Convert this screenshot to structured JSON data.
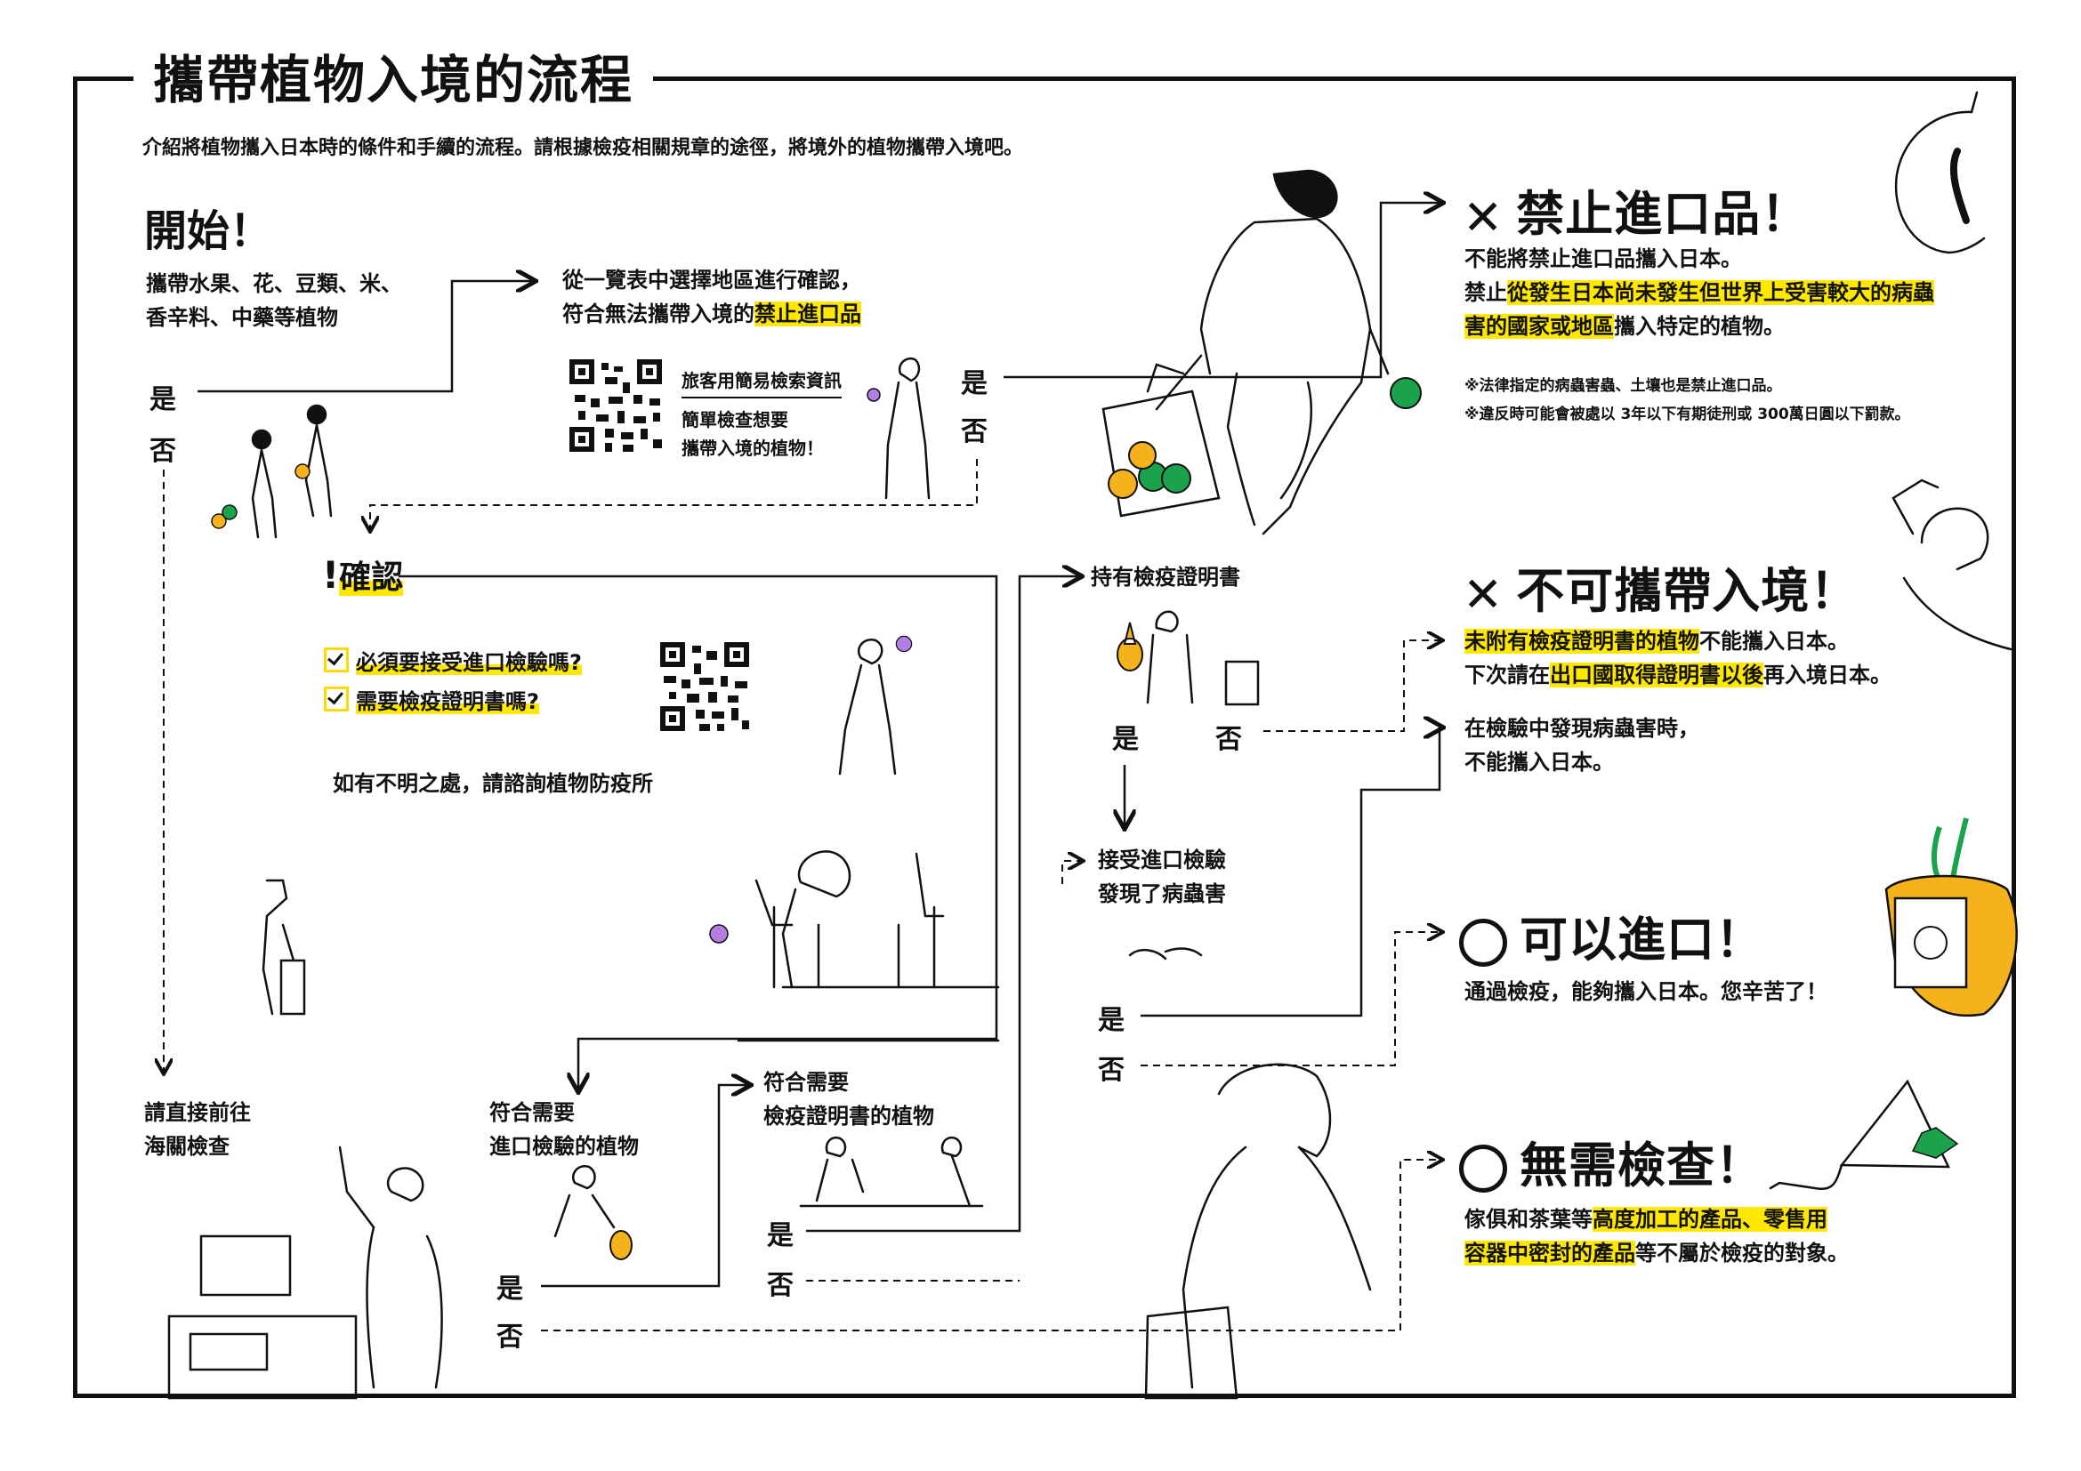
{
  "title": "攜帶植物入境的流程",
  "intro": "介紹將植物攜入日本時的條件和手續的流程。請根據檢疫相關規章的途徑，將境外的植物攜帶入境吧。",
  "start": {
    "heading": "開始！",
    "line1": "攜帶水果、花、豆類、米、",
    "line2": "香辛料、中藥等植物"
  },
  "labels": {
    "yes": "是",
    "no": "否"
  },
  "step_list": {
    "line1": "從一覽表中選擇地區進行確認，",
    "line2_prefix": "符合無法攜帶入境的",
    "line2_highlight": "禁止進口品"
  },
  "qr1": {
    "title": "旅客用簡易檢索資訊",
    "line1": "簡單檢查想要",
    "line2": "攜帶入境的植物！"
  },
  "confirm": {
    "heading": "確認",
    "q1": "必須要接受進口檢驗嗎?",
    "q2": "需要檢疫證明書嗎?",
    "note": "如有不明之處，請諮詢植物防疫所"
  },
  "customs": {
    "line1": "請直接前往",
    "line2": "海關檢查"
  },
  "need_inspection": {
    "line1": "符合需要",
    "line2": "進口檢驗的植物"
  },
  "need_certificate": {
    "line1": "符合需要",
    "line2": "檢疫證明書的植物"
  },
  "have_certificate": "持有檢疫證明書",
  "inspection": {
    "line1": "接受進口檢驗",
    "line2": "發現了病蟲害"
  },
  "result_prohibited": {
    "heading": "禁止進口品！",
    "line1": "不能將禁止進口品攜入日本。",
    "line2_prefix": "禁止",
    "line2_highlight": "從發生日本尚未發生但世界上受害較大的病蟲",
    "line3_highlight": "害的國家或地區",
    "line3_suffix": "攜入特定的植物。",
    "note1": "※法律指定的病蟲害蟲、土壤也是禁止進口品。",
    "note2": "※違反時可能會被處以 3年以下有期徒刑或 300萬日圓以下罰款。"
  },
  "result_not_allowed": {
    "heading": "不可攜帶入境！",
    "line1_highlight": "未附有檢疫證明書的植物",
    "line1_suffix": "不能攜入日本。",
    "line2_prefix": "下次請在",
    "line2_highlight": "出口國取得證明書以後",
    "line2_suffix": "再入境日本。",
    "line3": "在檢驗中發現病蟲害時，",
    "line4": "不能攜入日本。"
  },
  "result_ok": {
    "heading": "可以進口！",
    "line1": "通過檢疫，能夠攜入日本。您辛苦了！"
  },
  "result_no_inspection": {
    "heading": "無需檢查！",
    "line1_prefix": "傢俱和茶葉等",
    "line1_highlight": "高度加工的產品、零售用",
    "line2_highlight": "容器中密封的產品",
    "line2_suffix": "等不屬於檢疫的對象。"
  },
  "colors": {
    "highlight": "#ffe800",
    "orange": "#f6b21b",
    "green": "#1aa34a",
    "ink": "#111111"
  }
}
